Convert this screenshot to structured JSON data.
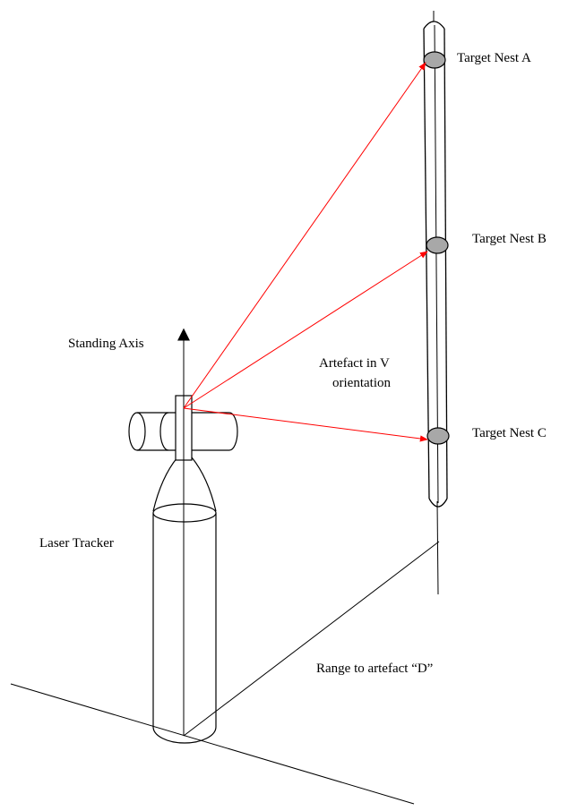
{
  "labels": {
    "target_nest_a": "Target Nest A",
    "target_nest_b": "Target Nest B",
    "target_nest_c": "Target Nest C",
    "standing_axis": "Standing Axis",
    "artefact_line1": "Artefact in V",
    "artefact_line2": "orientation",
    "laser_tracker": "Laser Tracker",
    "range": "Range to artefact “D”"
  },
  "colors": {
    "beam": "#ff0000",
    "nest_fill": "#a8a8a8",
    "line": "#000000",
    "background": "#ffffff"
  }
}
